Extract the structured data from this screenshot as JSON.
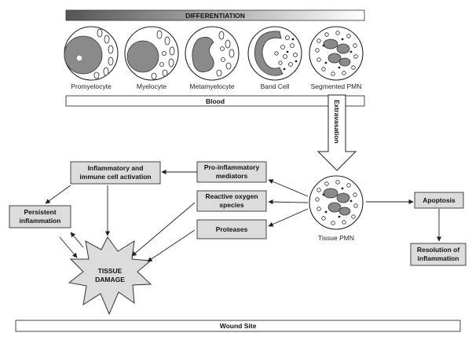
{
  "banner": {
    "title": "DIFFERENTIATION"
  },
  "cells": [
    {
      "label": "Promyelocyte"
    },
    {
      "label": "Myelocyte"
    },
    {
      "label": "Metamyelocyte"
    },
    {
      "label": "Band Cell"
    },
    {
      "label": "Segmented PMN"
    }
  ],
  "blood_bar": {
    "label": "Blood"
  },
  "extravasation": {
    "label": "Extravasation"
  },
  "tissue_pmn": {
    "label": "Tissue PMN"
  },
  "mediators": {
    "pro_inflammatory": [
      "Pro-inflammatory",
      "mediators"
    ],
    "reactive_oxygen": [
      "Reactive oxygen",
      "species"
    ],
    "proteases": [
      "Proteases"
    ]
  },
  "inflammatory_activation": [
    "Inflammatory and",
    "immune cell activation"
  ],
  "persistent_inflammation": [
    "Persistent",
    "inflammation"
  ],
  "tissue_damage": [
    "TISSUE",
    "DAMAGE"
  ],
  "apoptosis": {
    "label": "Apoptosis"
  },
  "resolution": [
    "Resolution of",
    "inflammation"
  ],
  "wound_site": {
    "label": "Wound Site"
  },
  "colors": {
    "box_fill": "#dcdcdc",
    "nucleus": "#8a8a8a",
    "banner_dark": "#555555",
    "banner_light": "#ffffff"
  }
}
